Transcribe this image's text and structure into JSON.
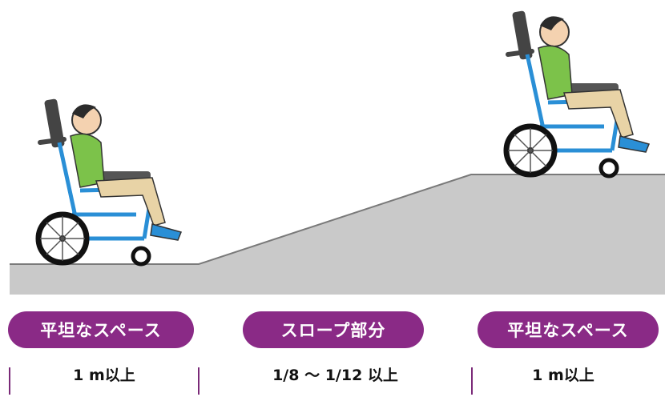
{
  "sections": [
    {
      "label": "平坦なスペース",
      "measure": "1 m以上"
    },
    {
      "label": "スロープ部分",
      "measure": "1/8 〜 1/12 以上"
    },
    {
      "label": "平坦なスペース",
      "measure": "1 m以上"
    }
  ],
  "colors": {
    "pill": "#8a2a86",
    "ground": "#c9c9c9",
    "ground_edge": "#7a7a7a",
    "tick": "#7a2a78",
    "wheelchair_frame": "#2a8fd6",
    "shirt": "#7cc24a",
    "pants": "#e8d3a6",
    "skin": "#f4d2b0"
  },
  "icons": [
    "wheelchair-user-left-icon",
    "wheelchair-user-right-icon"
  ]
}
